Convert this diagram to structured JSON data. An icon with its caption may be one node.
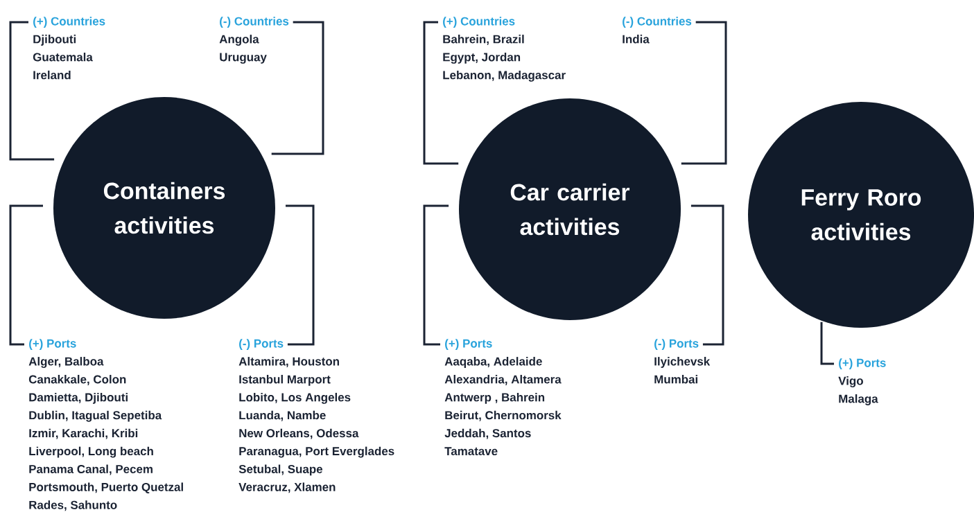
{
  "diagram": {
    "nodes": [
      {
        "text": [
          "Containers activities"
        ]
      },
      {
        "text": [
          "Car carrier activities"
        ]
      },
      {
        "text": [
          "Ferry Roro activities"
        ]
      },
      {
        "text": [
          "(+) Countries",
          "Djibouti",
          "Guatemala",
          "Ireland"
        ]
      },
      {
        "text": [
          "(-) Countries",
          "Angola",
          "Uruguay"
        ]
      },
      {
        "text": [
          "(+) Ports",
          "Alger, Balboa",
          "Canakkale, Colon",
          "Damietta, Djibouti",
          "Dublin, Itagual Sepetiba",
          "Izmir, Karachi, Kribi",
          "Liverpool, Long beach",
          "Panama Canal, Pecem",
          "Portsmouth, Puerto Quetzal",
          "Rades, Sahunto"
        ]
      },
      {
        "text": [
          "(-) Ports",
          "Altamira, Houston",
          "Istanbul Marport",
          "Lobito, Los Angeles",
          "Luanda, Nambe",
          "New Orleans, Odessa",
          "Paranagua, Port Everglades",
          "Setubal, Suape",
          "Veracruz, Xlamen"
        ]
      },
      {
        "text": [
          "(+) Countries",
          "Bahrein, Brazil",
          "Egypt, Jordan",
          "Lebanon, Madagascar"
        ]
      },
      {
        "text": [
          "(-) Countries",
          "India"
        ]
      },
      {
        "text": [
          "(+) Ports",
          "Aaqaba, Adelaide",
          "Alexandria, Altamera",
          "Antwerp , Bahrein",
          "Beirut, Chernomorsk",
          "Jeddah, Santos",
          "Tamatave"
        ]
      },
      {
        "text": [
          "(-) Ports",
          "Ilyichevsk",
          "Mumbai"
        ]
      },
      {
        "text": [
          "(+) Ports",
          "Vigo",
          "Malaga"
        ]
      }
    ],
    "edges": [
      {
        "from": 0,
        "to": 3,
        "arrow": "none"
      },
      {
        "from": 0,
        "to": 4,
        "arrow": "none"
      },
      {
        "from": 0,
        "to": 5,
        "arrow": "none"
      },
      {
        "from": 0,
        "to": 6,
        "arrow": "none"
      },
      {
        "from": 1,
        "to": 7,
        "arrow": "none"
      },
      {
        "from": 1,
        "to": 8,
        "arrow": "none"
      },
      {
        "from": 1,
        "to": 9,
        "arrow": "none"
      },
      {
        "from": 1,
        "to": 10,
        "arrow": "none"
      },
      {
        "from": 2,
        "to": 11,
        "arrow": "none"
      }
    ]
  }
}
